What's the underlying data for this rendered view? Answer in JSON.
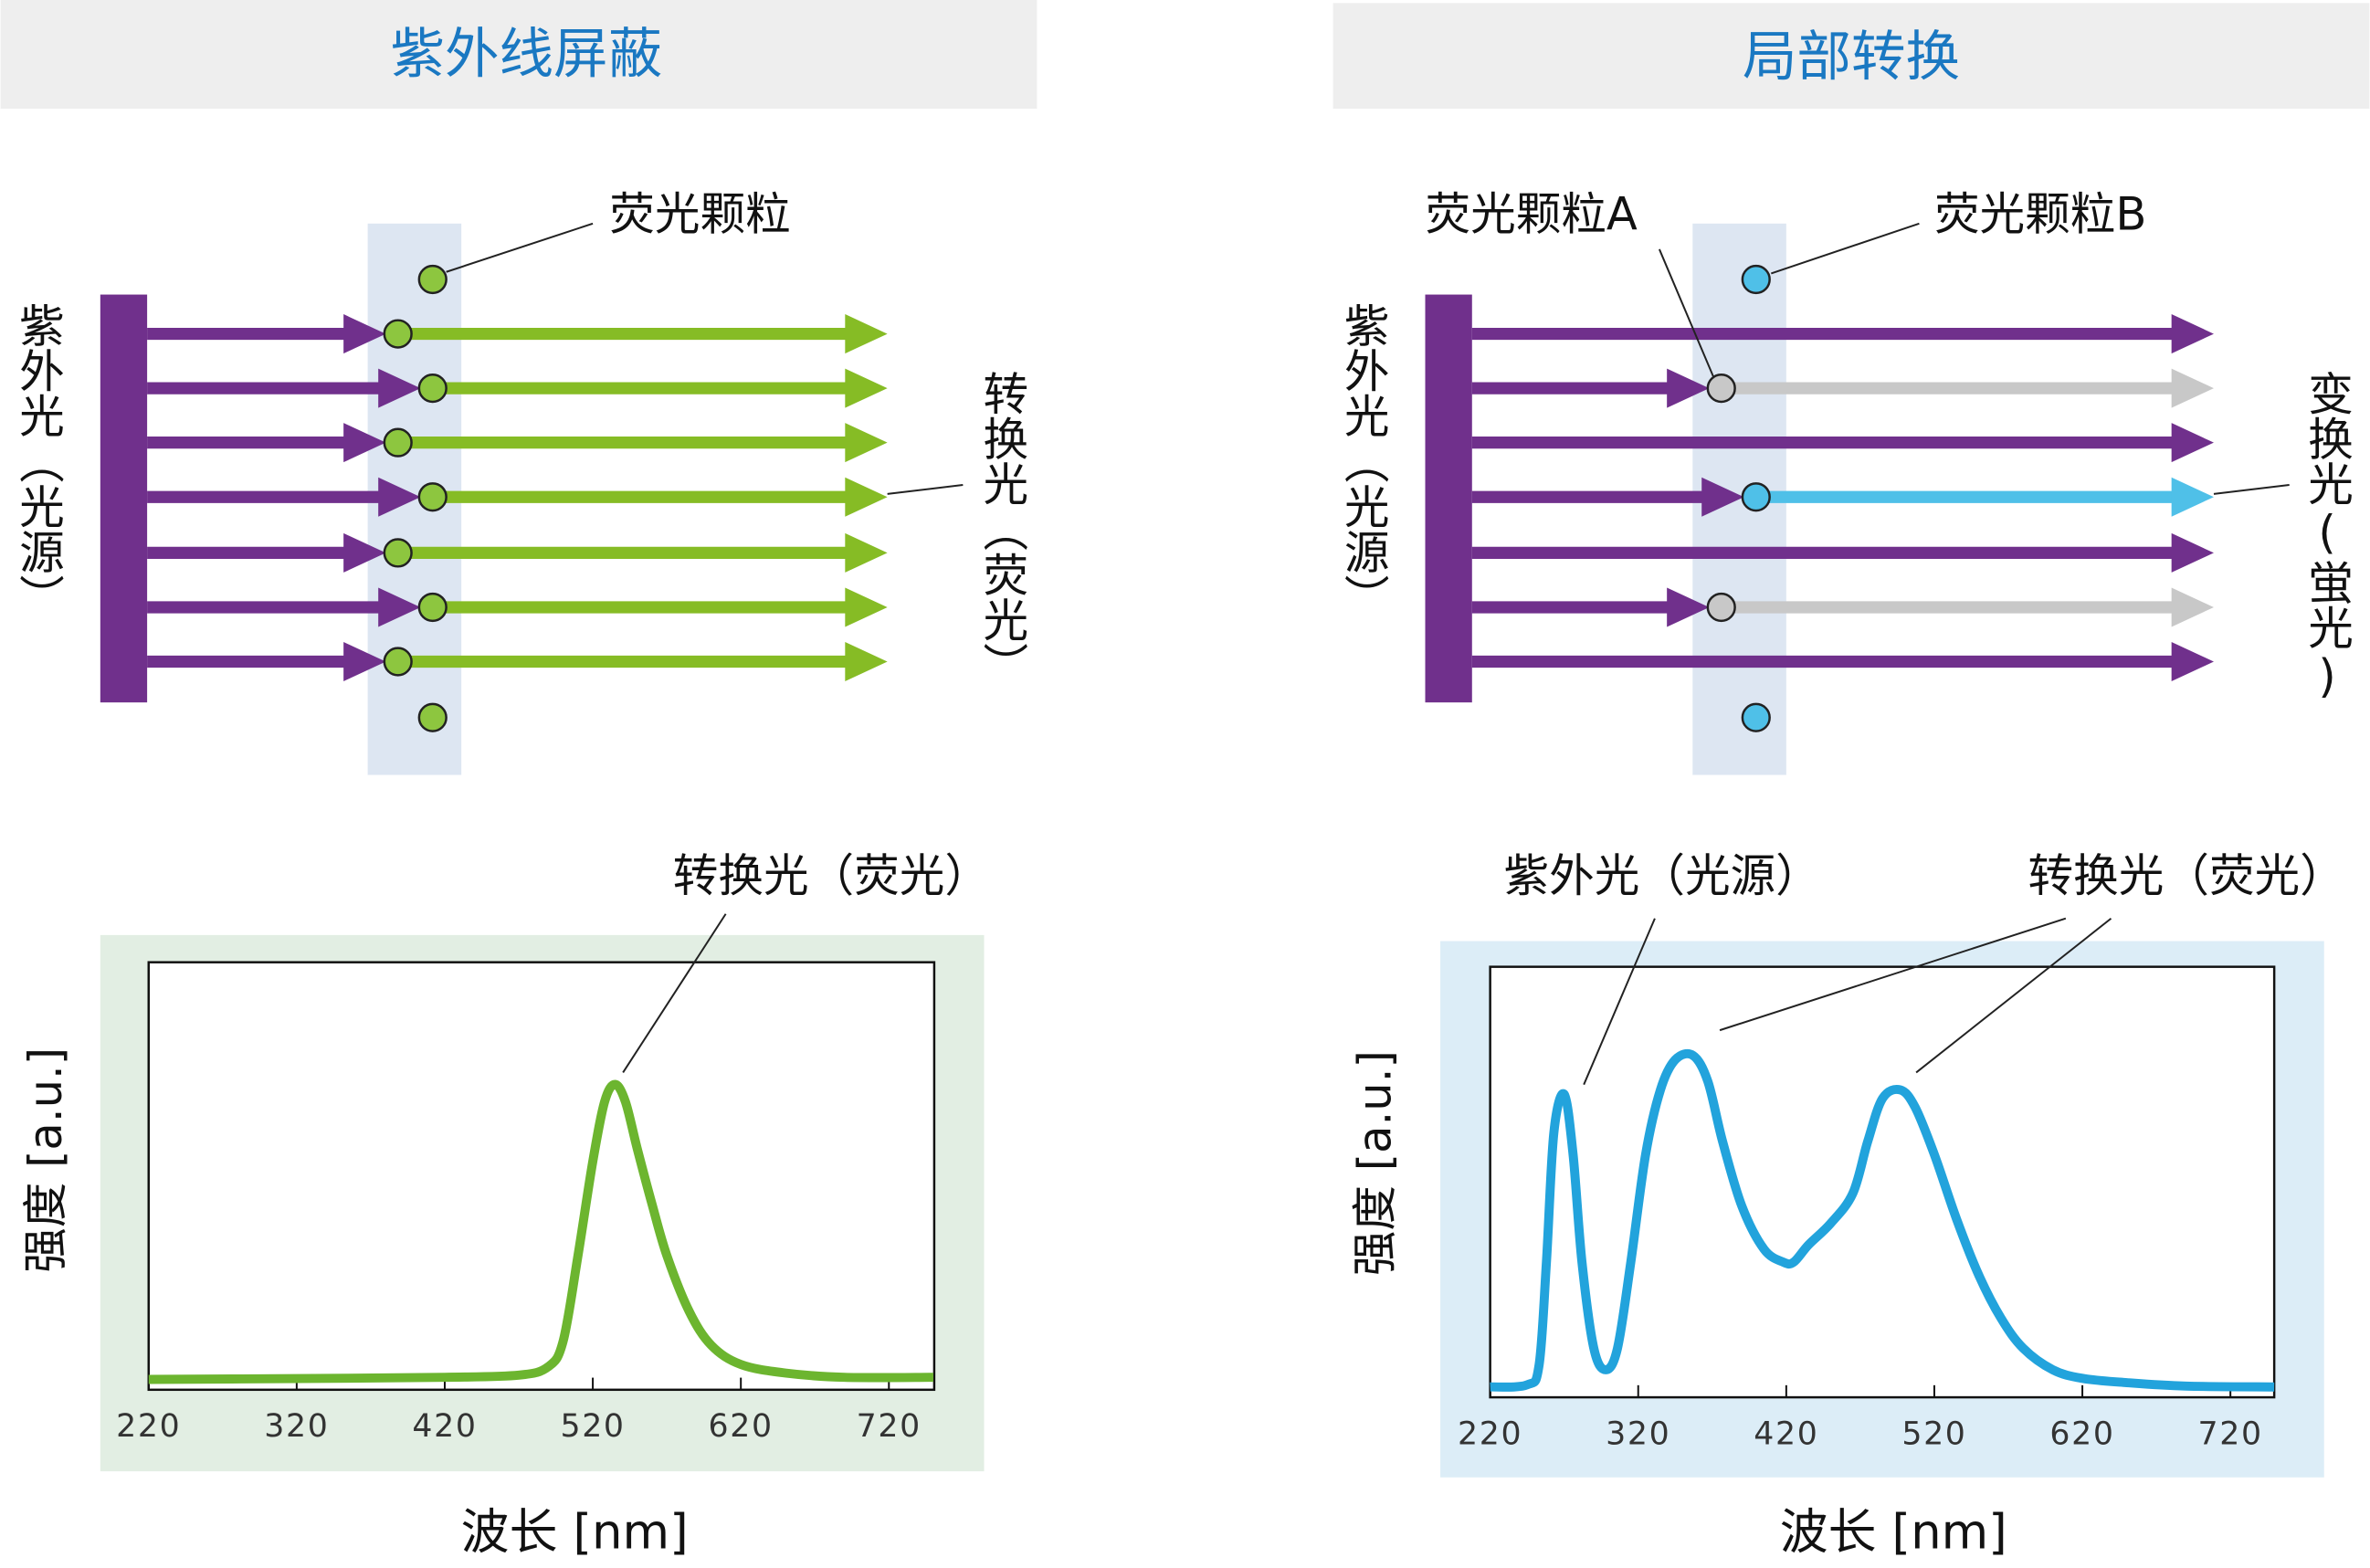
{
  "panels": {
    "left": {
      "title": "紫外线屏蔽",
      "particle_label": "荧光颗粒",
      "source_label": "紫外光（光源）",
      "output_label": "转换光（荧光）",
      "chart_annotation": "转换光（荧光）"
    },
    "right": {
      "title": "局部转换",
      "particle_a_label": "荧光颗粒A",
      "particle_b_label": "荧光颗粒B",
      "source_label": "紫外光（光源）",
      "output_label": "变换光(蛍光)",
      "chart_annotation_uv": "紫外光（光源）",
      "chart_annotation_conv": "转换光（荧光）"
    }
  },
  "colors": {
    "header_bg": "#eeeeee",
    "title": "#1a78c2",
    "uv_purple": "#70308c",
    "green": "#86bc25",
    "blue": "#4fc0e8",
    "gray": "#c8c8c8",
    "filter_panel": "#dde6f2",
    "chart_left_bg": "#e2eee3",
    "chart_right_bg": "#dcedf7",
    "curve_green": "#6cb52f",
    "curve_blue": "#22a3dc"
  },
  "chart_data": [
    {
      "type": "line",
      "title": "",
      "xlabel": "波长 [nm]",
      "ylabel": "强度 [a.u.]",
      "xlim": [
        220,
        750
      ],
      "ylim": [
        0,
        1
      ],
      "xticks": [
        220,
        320,
        420,
        520,
        620,
        720
      ],
      "grid": false,
      "series": [
        {
          "name": "转换光（荧光）",
          "x": [
            220,
            320,
            420,
            470,
            490,
            500,
            510,
            520,
            528,
            535,
            542,
            550,
            560,
            570,
            585,
            600,
            620,
            650,
            690,
            750
          ],
          "y": [
            0.01,
            0.012,
            0.015,
            0.02,
            0.04,
            0.1,
            0.3,
            0.52,
            0.66,
            0.7,
            0.66,
            0.55,
            0.42,
            0.3,
            0.17,
            0.09,
            0.045,
            0.025,
            0.015,
            0.015
          ]
        }
      ]
    },
    {
      "type": "line",
      "title": "",
      "xlabel": "波长 [nm]",
      "ylabel": "强度 [a.u.]",
      "xlim": [
        220,
        750
      ],
      "ylim": [
        0,
        1
      ],
      "xticks": [
        220,
        320,
        420,
        520,
        620,
        720
      ],
      "grid": false,
      "series": [
        {
          "name": "紫外光 + 转换光",
          "x": [
            220,
            245,
            253,
            258,
            263,
            270,
            276,
            282,
            290,
            298,
            306,
            315,
            325,
            335,
            345,
            357,
            367,
            377,
            390,
            405,
            418,
            425,
            435,
            450,
            465,
            475,
            485,
            497,
            507,
            520,
            535,
            550,
            565,
            580,
            600,
            620,
            650,
            690,
            750
          ],
          "y": [
            0.01,
            0.015,
            0.06,
            0.3,
            0.6,
            0.69,
            0.55,
            0.3,
            0.1,
            0.05,
            0.1,
            0.3,
            0.55,
            0.7,
            0.77,
            0.78,
            0.72,
            0.58,
            0.43,
            0.33,
            0.3,
            0.3,
            0.34,
            0.39,
            0.46,
            0.58,
            0.68,
            0.7,
            0.66,
            0.55,
            0.4,
            0.27,
            0.17,
            0.1,
            0.05,
            0.03,
            0.02,
            0.012,
            0.01
          ]
        }
      ]
    }
  ]
}
